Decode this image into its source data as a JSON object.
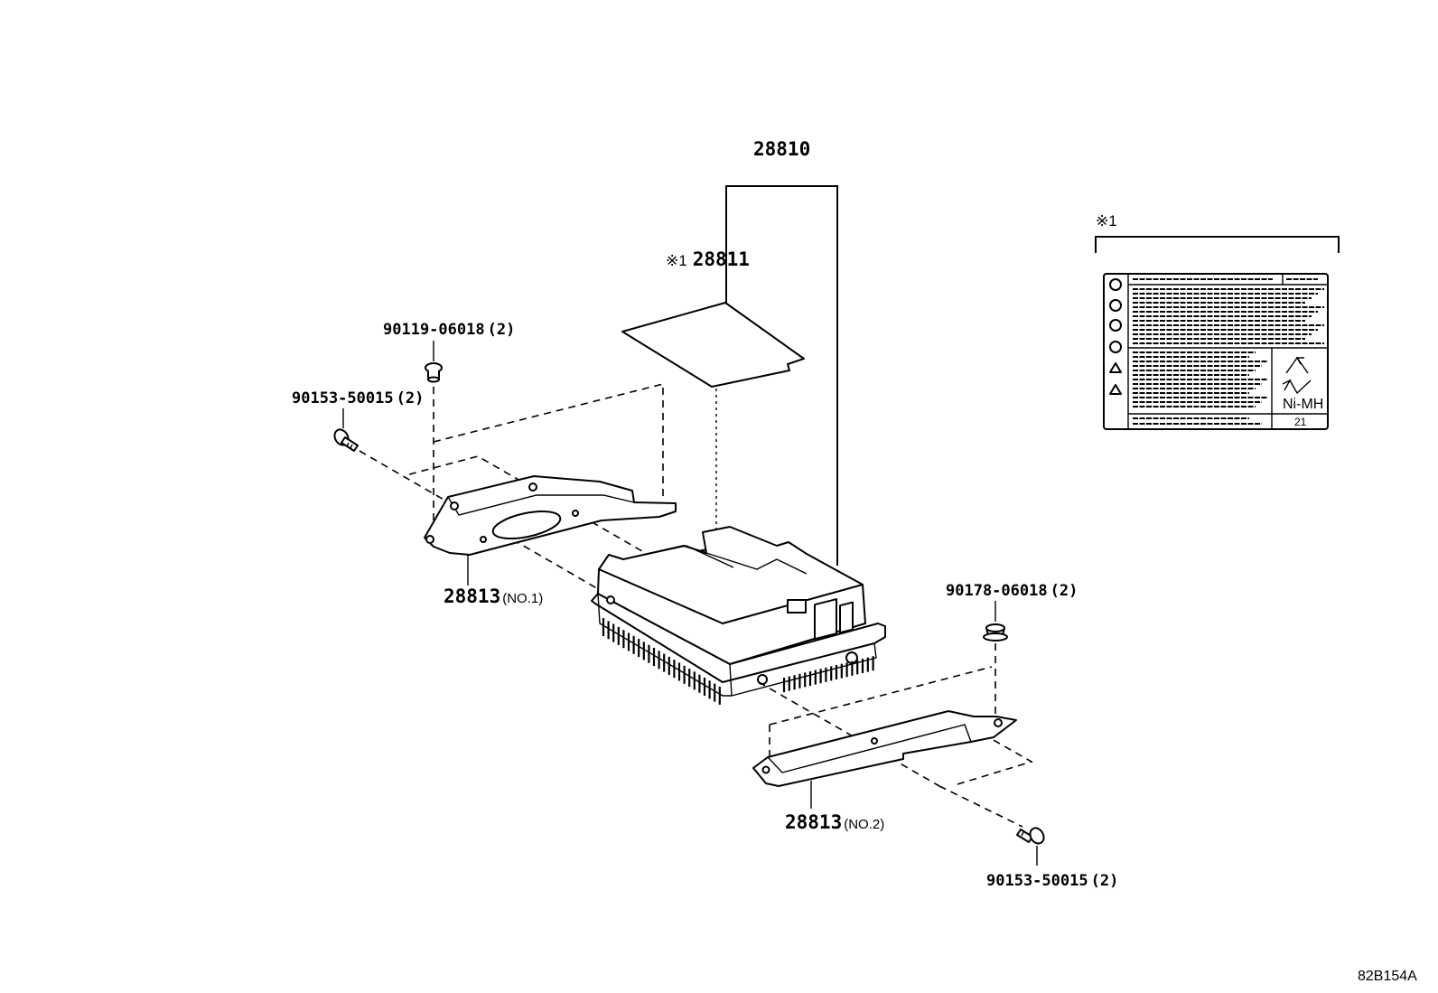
{
  "callouts": {
    "assembly": {
      "part": "28810"
    },
    "label_sheet": {
      "mark": "※1",
      "part": "28811"
    },
    "bolt_top": {
      "part": "90119-06018",
      "qty": "(2)"
    },
    "screw_left": {
      "part": "90153-50015",
      "qty": "(2)"
    },
    "bracket_1": {
      "part": "28813",
      "suffix": "(NO.1)"
    },
    "nut_right": {
      "part": "90178-06018",
      "qty": "(2)"
    },
    "bracket_2": {
      "part": "28813",
      "suffix": "(NO.2)"
    },
    "screw_right": {
      "part": "90153-50015",
      "qty": "(2)"
    }
  },
  "detail": {
    "mark": "※1",
    "ni_mh": "Ni-MH",
    "number": "21"
  },
  "drawing_code": "82B154A"
}
